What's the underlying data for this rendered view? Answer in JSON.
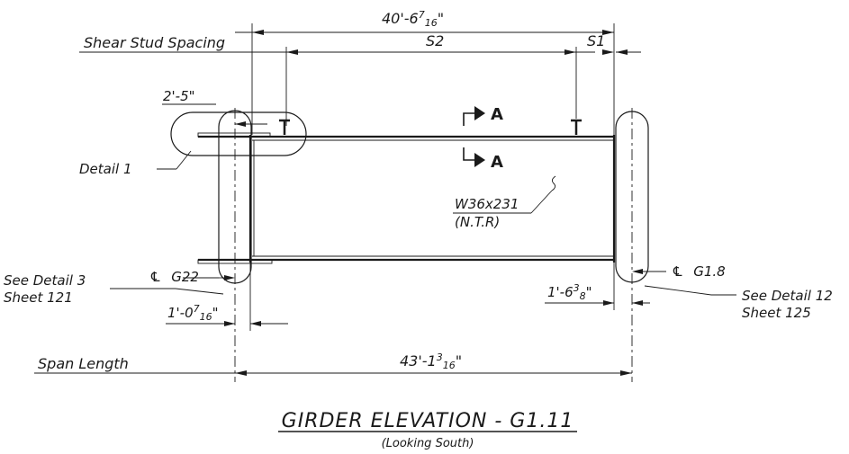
{
  "drawing": {
    "overall_dimension": {
      "main": "40'-6",
      "frac_num": "7",
      "frac_den": "16",
      "tail": "\""
    },
    "shear_stud_spacing_label": "Shear Stud Spacing",
    "s2_label": "S2",
    "s1_label": "S1",
    "left_offset_dimension": "2'-5\"",
    "section_mark": "A",
    "detail_1_label": "Detail 1",
    "beam_size": "W36x231",
    "beam_note": "(N.T.R)",
    "left_reference_line1": "See Detail 3",
    "left_reference_line2": "Sheet 121",
    "left_centerline": "G22",
    "right_centerline": "G1.8",
    "left_end_dimension": {
      "main": "1'-0",
      "frac_num": "7",
      "frac_den": "16",
      "tail": "\""
    },
    "right_end_dimension": {
      "main": "1'-6",
      "frac_num": "3",
      "frac_den": "8",
      "tail": "\""
    },
    "right_reference_line1": "See Detail 12",
    "right_reference_line2": "Sheet 125",
    "span_length_label": "Span Length",
    "span_dimension": {
      "main": "43'-1",
      "frac_num": "3",
      "frac_den": "16",
      "tail": "\""
    },
    "centerline_symbol": "℄"
  },
  "title": {
    "main": "GIRDER ELEVATION - G1.11",
    "subtitle": "(Looking South)"
  }
}
